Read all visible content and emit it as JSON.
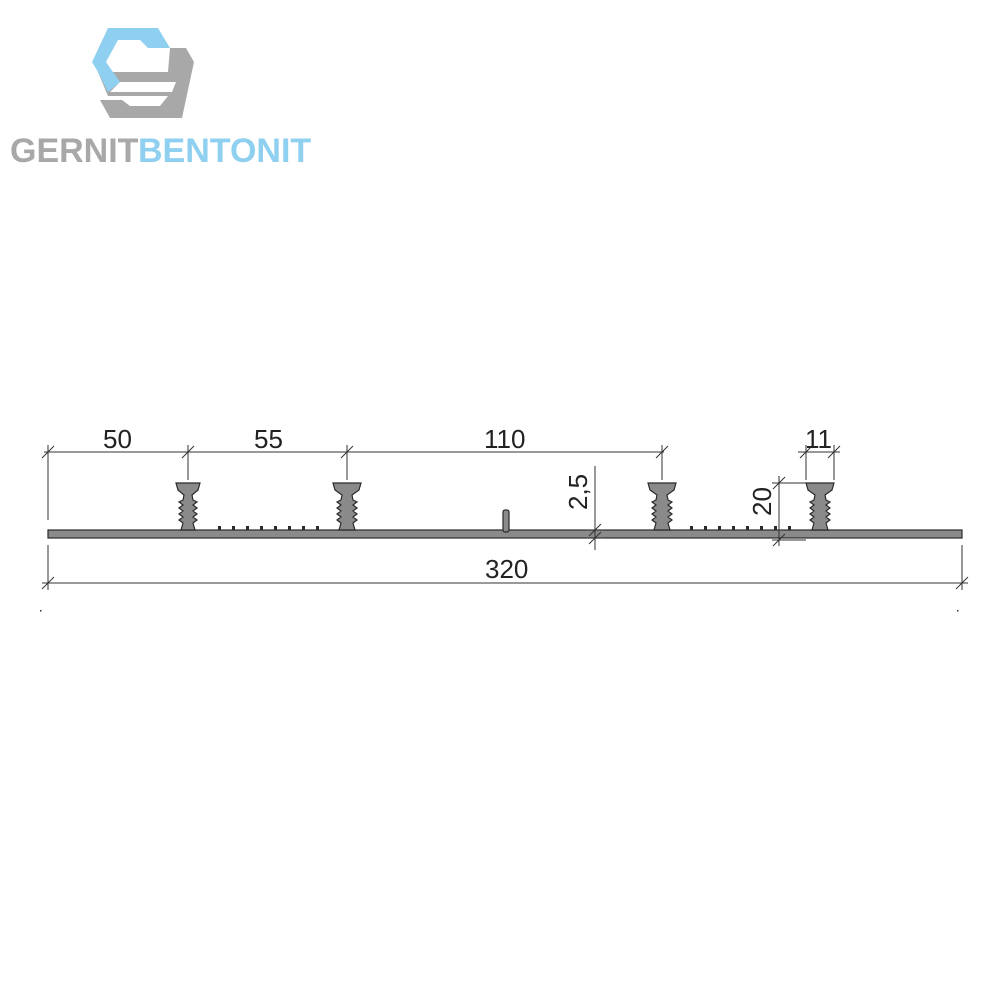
{
  "brand": {
    "word1": "GERNIT",
    "word2": "BENTONIT",
    "color_gray": "#a8a8a8",
    "color_blue": "#8fd0f0",
    "logo_icon": "hexagon-s-logo-icon"
  },
  "drawing": {
    "profile_color": "#8a8a8a",
    "dimensions": {
      "d50": "50",
      "d55": "55",
      "d110": "110",
      "d11": "11",
      "d2_5": "2,5",
      "d20": "20",
      "d320": "320"
    }
  }
}
